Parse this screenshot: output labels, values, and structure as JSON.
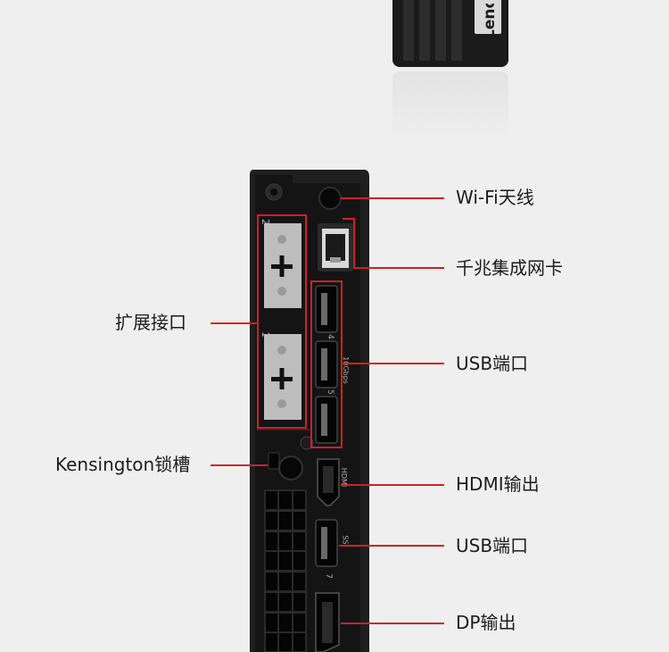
{
  "dongle": {
    "brand_text": "Lenovo"
  },
  "callouts": {
    "wifi_antenna": "Wi-Fi天线",
    "gigabit_nic": "千兆集成网卡",
    "usb_ports_upper": "USB端口",
    "expansion_ports": "扩展接口",
    "kensington_lock": "Kensington锁槽",
    "hdmi_out": "HDMI输出",
    "usb_port_lower": "USB端口",
    "dp_out": "DP输出"
  },
  "port_markings": {
    "expansion_slot_2": "2",
    "expansion_slot_1": "1",
    "usb_4": "4",
    "usb_5": "5",
    "usb_7": "7",
    "usb_speed_upper": "10Gbps",
    "usb_speed_lower": "SS",
    "hdmi_mark": "HDMI"
  },
  "colors": {
    "callout_red": "#d21f24",
    "chassis": "#1c1c1c",
    "background": "#efefef"
  }
}
